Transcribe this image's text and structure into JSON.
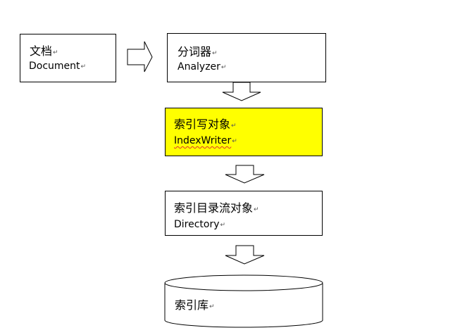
{
  "colors": {
    "highlight_fill": "#ffff00",
    "stroke": "#000000",
    "background": "#ffffff"
  },
  "nodes": {
    "document": {
      "zh": "文档",
      "en": "Document"
    },
    "analyzer": {
      "zh": "分词器",
      "en": "Analyzer"
    },
    "indexwriter": {
      "zh": "索引写对象",
      "en": "IndexWriter"
    },
    "directory": {
      "zh": "索引目录流对象",
      "en": "Directory"
    },
    "index_store": {
      "zh": "索引库"
    }
  },
  "paragraph_mark": "↵",
  "edges": [
    {
      "from": "document",
      "to": "analyzer",
      "direction": "right"
    },
    {
      "from": "analyzer",
      "to": "indexwriter",
      "direction": "down"
    },
    {
      "from": "indexwriter",
      "to": "directory",
      "direction": "down"
    },
    {
      "from": "directory",
      "to": "index_store",
      "direction": "down"
    }
  ]
}
